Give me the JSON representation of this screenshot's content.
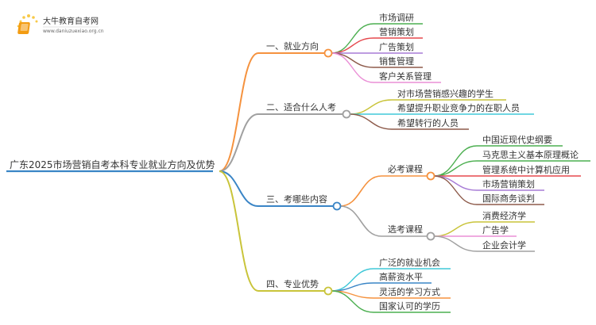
{
  "logo": {
    "name": "大牛教育自考网",
    "url": "www.daniuzuexiao.org.cn"
  },
  "root": {
    "label": "广东2025市场营销自考本科专业就业方向及优势",
    "color": "#3a85c6"
  },
  "branches": [
    {
      "label": "一、就业方向",
      "color": "#f5923e",
      "leaves": [
        {
          "label": "市场调研",
          "color": "#4caf50"
        },
        {
          "label": "营销策划",
          "color": "#e5484d"
        },
        {
          "label": "广告策划",
          "color": "#a77bd6"
        },
        {
          "label": "销售管理",
          "color": "#8d5a4a"
        },
        {
          "label": "客户关系管理",
          "color": "#ea8fd6"
        }
      ]
    },
    {
      "label": "二、适合什么人考",
      "color": "#a0a0a0",
      "leaves": [
        {
          "label": "对市场营销感兴趣的学生",
          "color": "#c9c43a"
        },
        {
          "label": "希望提升职业竞争力的在职人员",
          "color": "#40c8d8"
        },
        {
          "label": "希望转行的人员",
          "color": "#8d5a4a"
        }
      ]
    },
    {
      "label": "三、考哪些内容",
      "color": "#3a85c6",
      "groups": [
        {
          "label": "必考课程",
          "color": "#f5923e",
          "leaves": [
            {
              "label": "中国近现代史纲要",
              "color": "#4caf50"
            },
            {
              "label": "马克思主义基本原理概论",
              "color": "#4caf50"
            },
            {
              "label": "管理系统中计算机应用",
              "color": "#e5484d"
            },
            {
              "label": "市场营销策划",
              "color": "#a77bd6"
            },
            {
              "label": "国际商务谈判",
              "color": "#8d5a4a"
            }
          ]
        },
        {
          "label": "选考课程",
          "color": "#a0a0a0",
          "leaves": [
            {
              "label": "消费经济学",
              "color": "#c9c43a"
            },
            {
              "label": "广告学",
              "color": "#ea8fd6"
            },
            {
              "label": "企业会计学",
              "color": "#a0a0a0"
            }
          ]
        }
      ]
    },
    {
      "label": "四、专业优势",
      "color": "#c9c43a",
      "leaves": [
        {
          "label": "广泛的就业机会",
          "color": "#40c8d8"
        },
        {
          "label": "高薪资水平",
          "color": "#3a85c6"
        },
        {
          "label": "灵活的学习方式",
          "color": "#f5923e"
        },
        {
          "label": "国家认可的学历",
          "color": "#4caf50"
        }
      ]
    }
  ]
}
